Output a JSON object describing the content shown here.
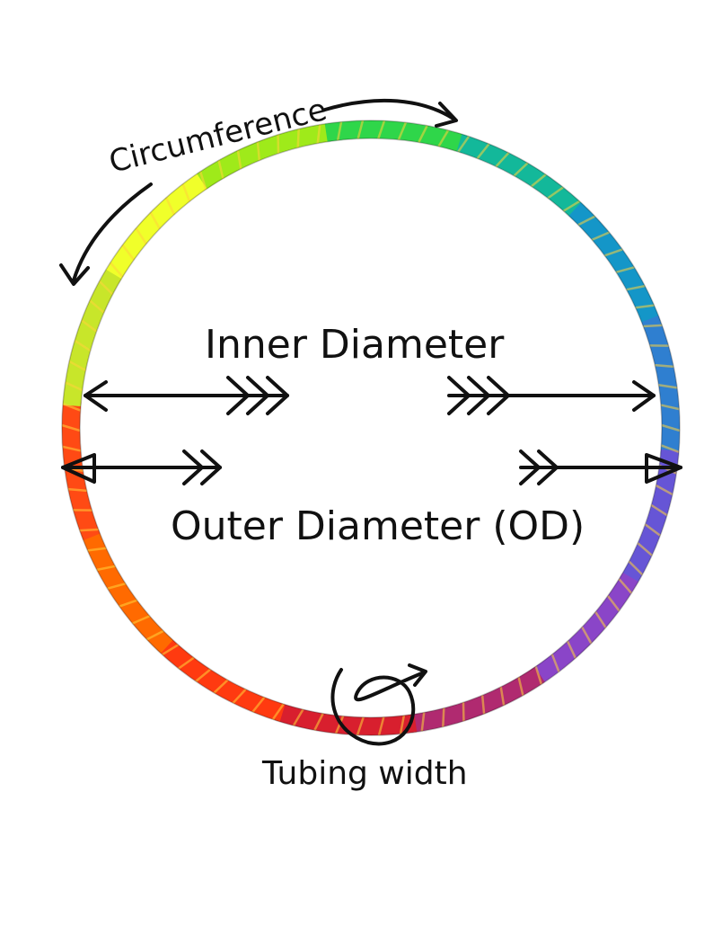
{
  "labels": {
    "circumference": "Circumference",
    "inner_diameter": "Inner Diameter",
    "outer_diameter": "Outer Diameter (OD)",
    "tubing_width": "Tubing width"
  },
  "hoop": {
    "segment_colors": [
      "#f0ff2a",
      "#9fea1a",
      "#2fd64a",
      "#13b89a",
      "#1496c8",
      "#2f7fd0",
      "#6655d6",
      "#8a45c8",
      "#b02a70",
      "#d81f2e",
      "#ff3a10",
      "#ff6a00",
      "#ff4a14",
      "#c8e62a"
    ],
    "stripe_color": "#ffd43a",
    "ink_color": "#111111"
  }
}
